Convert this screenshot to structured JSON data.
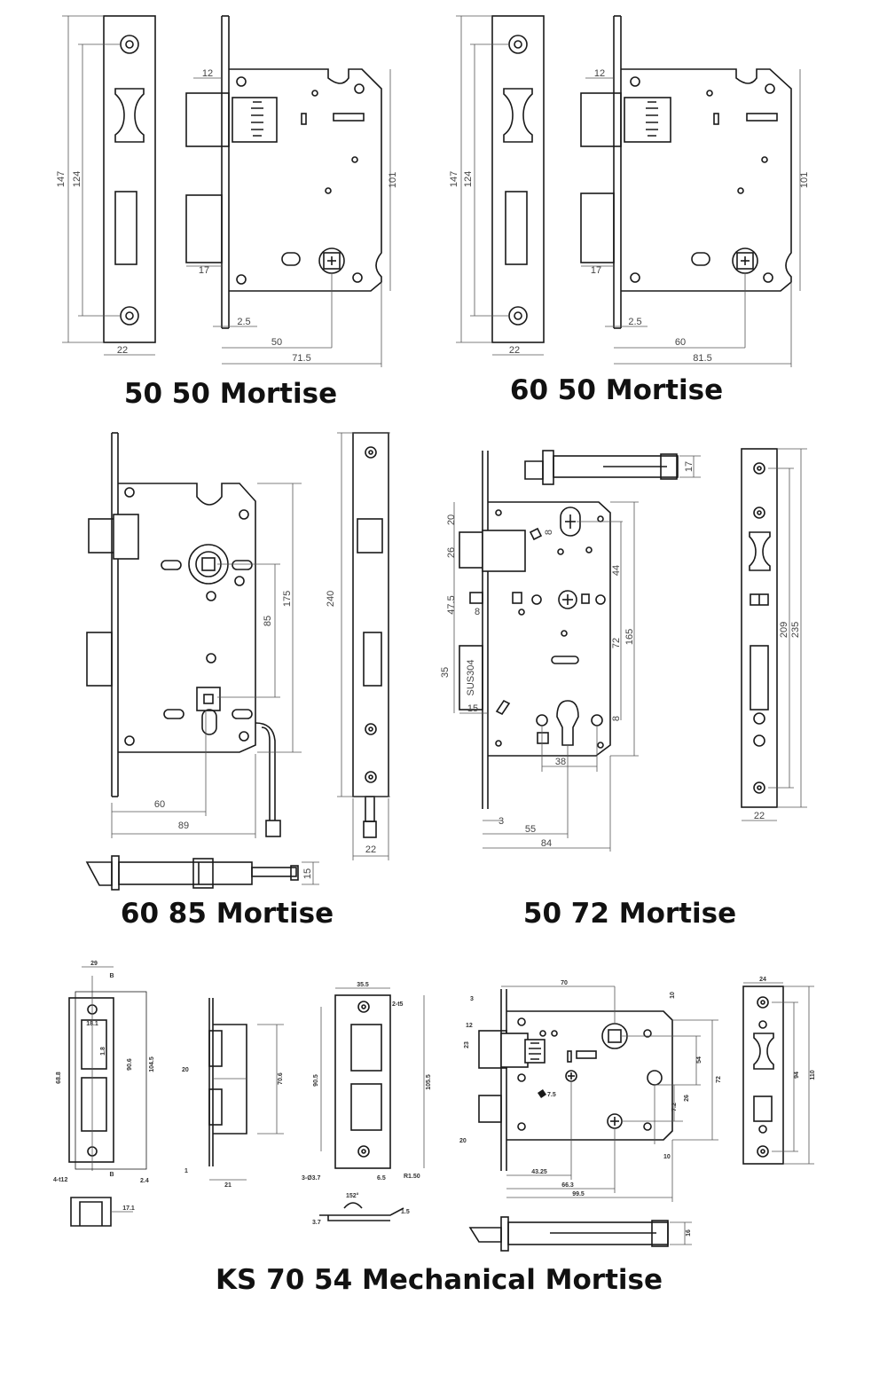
{
  "captions": {
    "m5050": "50 50 Mortise",
    "m6050": "60 50 Mortise",
    "m6085": "60 85 Mortise",
    "m5072": "50 72 Mortise",
    "ks7054": "KS 70 54 Mechanical Mortise"
  },
  "m5050": {
    "d147": "147",
    "d124": "124",
    "d22": "22",
    "d12": "12",
    "d17": "17",
    "d101": "101",
    "d25": "2.5",
    "d50": "50",
    "d715": "71.5"
  },
  "m6050": {
    "d147": "147",
    "d124": "124",
    "d22": "22",
    "d12": "12",
    "d17": "17",
    "d101": "101",
    "d25": "2.5",
    "d60": "60",
    "d815": "81.5"
  },
  "m6085": {
    "d175": "175",
    "d85": "85",
    "d240": "240",
    "d60": "60",
    "d89": "89",
    "d22": "22",
    "d15": "15"
  },
  "m5072": {
    "d20": "20",
    "d26": "26",
    "d475": "47.5",
    "d8a": "8",
    "d35": "35",
    "d15": "15",
    "d8b": "8",
    "d44": "44",
    "d72": "72",
    "d165": "165",
    "d8c": "8",
    "d38": "38",
    "d3": "3",
    "d55": "55",
    "d84": "84",
    "d17": "17",
    "d209": "209",
    "d235": "235",
    "d22": "22",
    "stamp": "SUS304"
  },
  "ks": {
    "a29": "29",
    "aB1": "B",
    "a181": "18.1",
    "a18": "1.8",
    "a906": "90.6",
    "a1045": "104.5",
    "a688": "68.8",
    "a412": "4-t12",
    "a24": "2.4",
    "aB2": "B",
    "a171": "17.1",
    "b20": "20",
    "b706": "70.6",
    "b1": "1",
    "b21": "21",
    "c355": "35.5",
    "c24": "2-t5",
    "c905": "90.5",
    "c1055": "105.5",
    "c33": "3-Ø3.7",
    "cR1": "R1.50",
    "c152": "152°",
    "c65": "6.5",
    "c15": "1.5",
    "c37": "3.7",
    "d70": "70",
    "d3": "3",
    "d10a": "10",
    "d12": "12",
    "d23": "23",
    "d54": "54",
    "d72": "72",
    "d26": "26",
    "d72b": "7.2",
    "d15": "7.5",
    "d20": "20",
    "d10b": "10",
    "d4325": "43.25",
    "d663": "66.3",
    "d995": "99.5",
    "d16": "16",
    "e24": "24",
    "e94": "94",
    "e110": "110"
  }
}
